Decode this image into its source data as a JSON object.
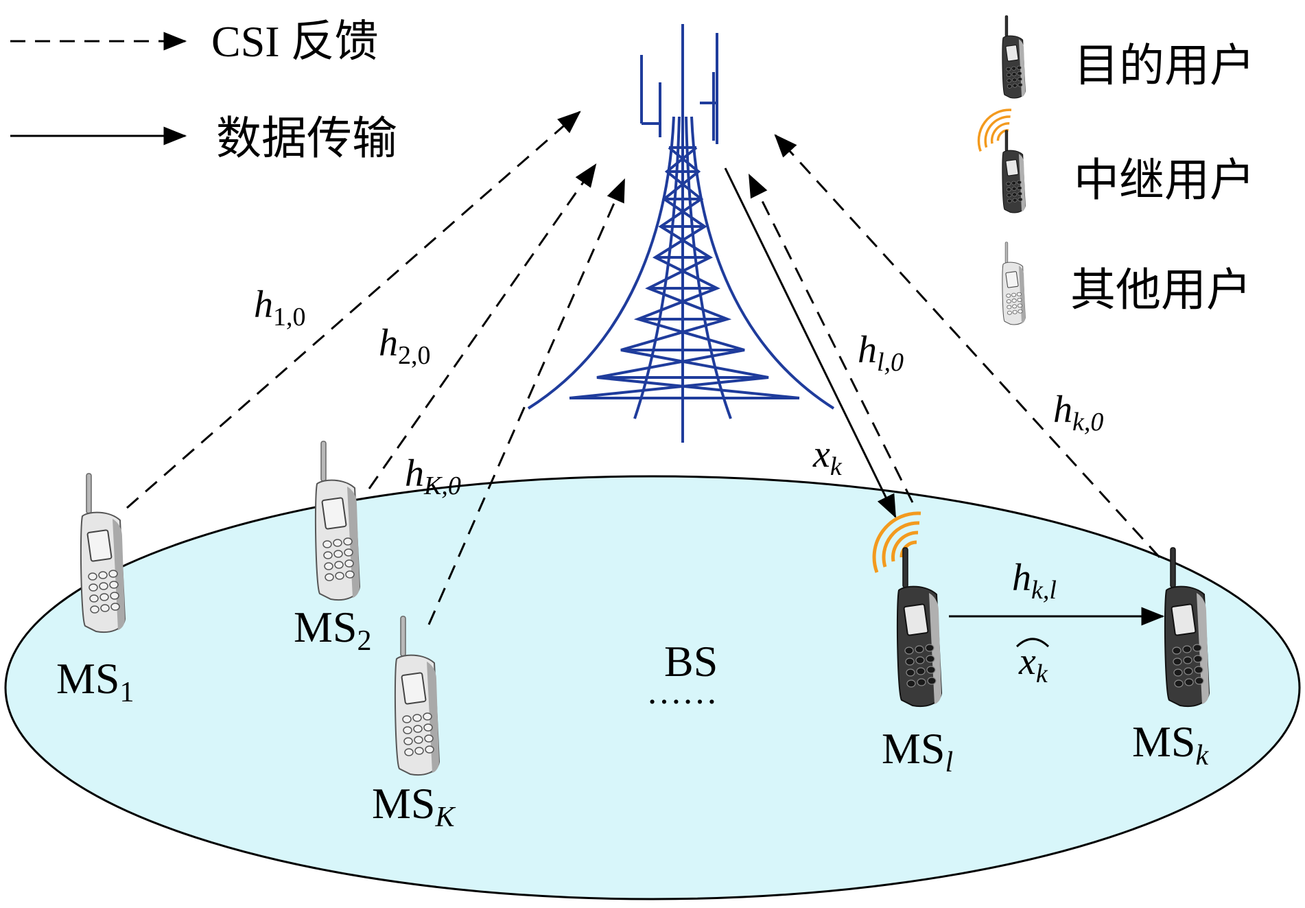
{
  "legend": {
    "csi_feedback": "CSI 反馈",
    "data_transmission": "数据传输",
    "target_user": "目的用户",
    "relay_user": "中继用户",
    "other_user": "其他用户"
  },
  "nodes": {
    "bs": "BS",
    "ellipsis": "……",
    "ms1": {
      "base": "MS",
      "sub": "1"
    },
    "ms2": {
      "base": "MS",
      "sub": "2"
    },
    "msK": {
      "base": "MS",
      "sub": "K"
    },
    "msl": {
      "base": "MS",
      "sub": "l"
    },
    "msk": {
      "base": "MS",
      "sub": "k"
    }
  },
  "channels": {
    "h10": {
      "base": "h",
      "sub": "1,0"
    },
    "h20": {
      "base": "h",
      "sub": "2,0"
    },
    "hK0": {
      "base": "h",
      "sub": "K,0"
    },
    "hl0": {
      "base": "h",
      "sub": "l,0"
    },
    "hk0": {
      "base": "h",
      "sub": "k,0"
    },
    "hkl": {
      "base": "h",
      "sub": "k,l"
    },
    "xk": {
      "base": "x",
      "sub": "k"
    },
    "xk_hat": {
      "base": "x",
      "sub": "k"
    }
  },
  "colors": {
    "tower": "#1f3c9c",
    "cell": "#d8f6fa",
    "relay_signal": "#f39a1e",
    "phone_dark": "#2a2a2a",
    "phone_light": "#c9c9c9"
  }
}
